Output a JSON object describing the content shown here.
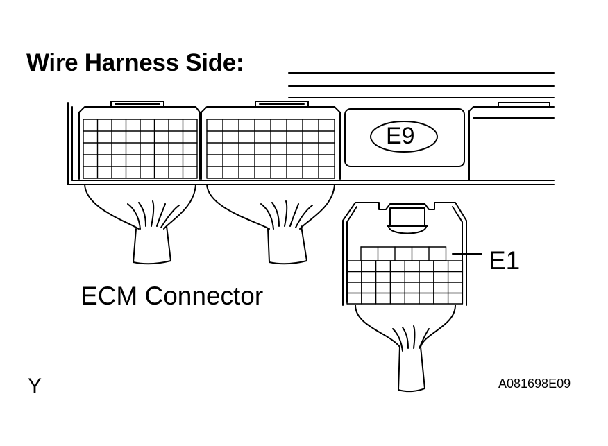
{
  "title": "Wire Harness Side:",
  "connector_label": "ECM Connector",
  "pin_label": "E1",
  "connector_id": "E9",
  "corner_mark": "Y",
  "figure_code": "A081698E09",
  "colors": {
    "line": "#000000",
    "background": "#ffffff"
  }
}
